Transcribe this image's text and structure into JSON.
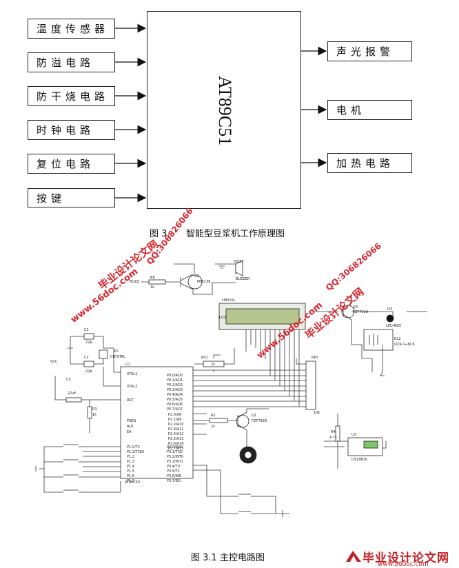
{
  "block_diagram": {
    "mcu_label": "AT89C51",
    "inputs": [
      "温度传感器",
      "防溢电路",
      "防干烧电路",
      "时钟电路",
      "复位电路",
      "按键"
    ],
    "outputs": [
      "声光报警",
      "电机",
      "加热电路"
    ],
    "caption_prefix": "图 3.",
    "caption_text": "智能型豆浆机工作原理图"
  },
  "schematic": {
    "caption": "图 3.1    主控电路图",
    "components": {
      "buzzer": "BUZ1",
      "buzzer_type": "BUZZER",
      "q2": "Q2",
      "q2_type": "PN5138",
      "r6": "R6",
      "r6_val": "1k",
      "buzz_net": "BUZZ",
      "lcd": "LM016L",
      "lcd_side": "LCD",
      "q3": "Q3",
      "q3_type": "FZT792A",
      "d3": "D3",
      "d3_type": "LED-RED",
      "rl2": "RL2",
      "rl2_type": "OZR-1+6C6",
      "c1": "C1",
      "c1_val": "22p",
      "c2": "C2",
      "c2_val": "22p",
      "x1": "X1",
      "x1_type": "CRYSTAL",
      "c3": "C3",
      "c3_val": "22uF",
      "r3": "R3",
      "r3_val": "1k",
      "vcc": "VCC",
      "u1": "U1",
      "u1_type": "AT89C52",
      "rv1": "RV1",
      "rv1_val": "1k",
      "rp1": "RP1",
      "rp1_val": "10k",
      "r2": "R2",
      "r2_val": "1k",
      "q1": "Q1",
      "q1_type": "FZT792A",
      "r4": "R4",
      "r4_val": "4.7k",
      "u3": "U3",
      "u3_type": "DS18B20",
      "pin_xtal1": "XTAL1",
      "pin_xtal2": "XTAL2",
      "pin_rst": "RST",
      "pin_psen": "PSEN",
      "pin_ale": "ALE",
      "pin_ea": "EA",
      "port0": [
        "P0.0/AD0",
        "P0.1/AD1",
        "P0.2/AD2",
        "P0.3/AD3",
        "P0.4/AD4",
        "P0.5/AD5",
        "P0.6/AD6",
        "P0.7/AD7"
      ],
      "port2": [
        "P2.0/A8",
        "P2.1/A9",
        "P2.2/A10",
        "P2.3/A11",
        "P2.4/A12",
        "P2.5/A13",
        "P2.6/A14",
        "P2.7/A15"
      ],
      "port1": [
        "P1.0/T2",
        "P1.1/T2EX",
        "P1.2",
        "P1.3",
        "P1.4",
        "P1.5",
        "P1.6",
        "P1.7"
      ],
      "port3": [
        "P3.0/RXD",
        "P3.1/TXD",
        "P3.2/INT0",
        "P3.3/INT1",
        "P3.4/T0",
        "P3.5/T1",
        "P3.6/WR",
        "P3.7/RD"
      ]
    }
  },
  "watermarks": {
    "site_cn": "毕业设计论文网",
    "site_url": "www.56doc.com",
    "qq": "QQ:306826066",
    "logo_cn": "毕业设计论文网",
    "logo_url": "www.56doc.com"
  },
  "colors": {
    "watermark": "#d8262e",
    "line": "#222222",
    "lcd_screen": "#b7c58f"
  }
}
